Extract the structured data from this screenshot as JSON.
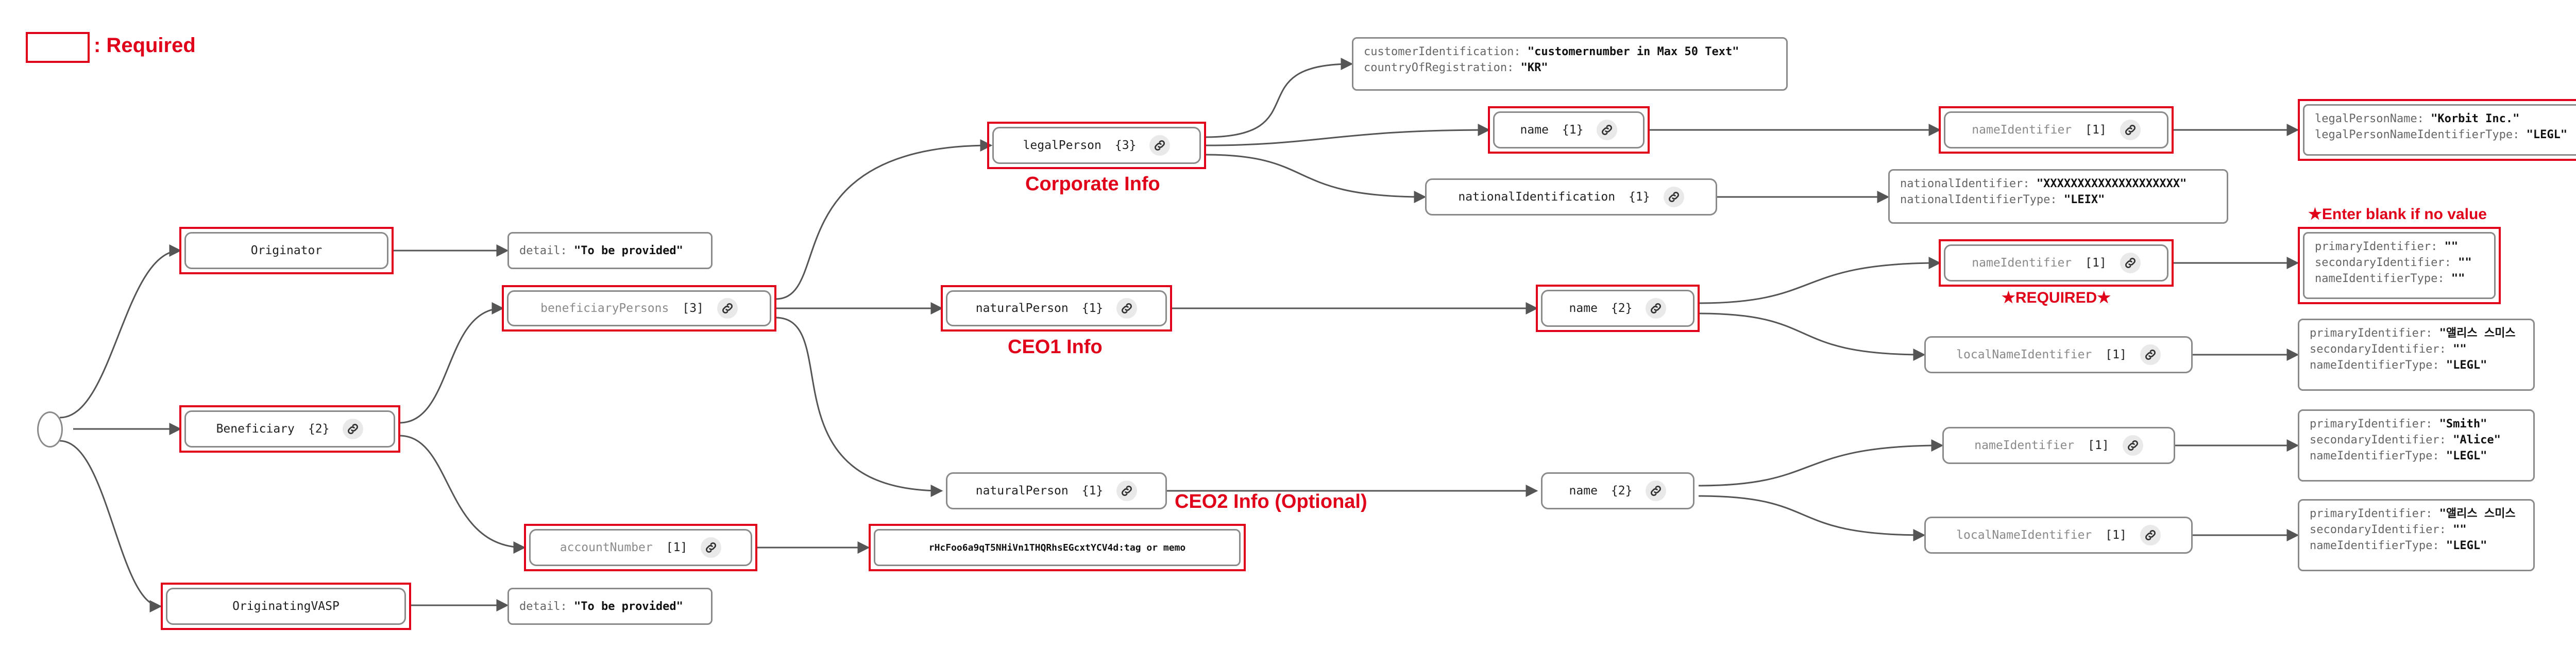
{
  "legend": {
    "label": ": Required"
  },
  "annotations": {
    "corporate": "Corporate Info",
    "ceo1": "CEO1 Info",
    "ceo2": "CEO2 Info (Optional)",
    "blank_hint": "★Enter blank if no value",
    "required_star": "★REQUIRED★"
  },
  "nodes": {
    "originator": {
      "label": "Originator",
      "count": ""
    },
    "beneficiary": {
      "label": "Beneficiary",
      "count": "{2}"
    },
    "originating_vasp": {
      "label": "OriginatingVASP",
      "count": ""
    },
    "beneficiary_persons": {
      "label": "beneficiaryPersons",
      "count": "[3]"
    },
    "account_number": {
      "label": "accountNumber",
      "count": "[1]"
    },
    "legal_person": {
      "label": "legalPerson",
      "count": "{3}"
    },
    "natural_person_1": {
      "label": "naturalPerson",
      "count": "{1}"
    },
    "natural_person_2": {
      "label": "naturalPerson",
      "count": "{1}"
    },
    "lp_name": {
      "label": "name",
      "count": "{1}"
    },
    "lp_national_identification": {
      "label": "nationalIdentification",
      "count": "{1}"
    },
    "np1_name": {
      "label": "name",
      "count": "{2}"
    },
    "np2_name": {
      "label": "name",
      "count": "{2}"
    },
    "lp_name_identifier": {
      "label": "nameIdentifier",
      "count": "[1]"
    },
    "np1_name_identifier": {
      "label": "nameIdentifier",
      "count": "[1]"
    },
    "np1_local_name_identifier": {
      "label": "localNameIdentifier",
      "count": "[1]"
    },
    "np2_name_identifier": {
      "label": "nameIdentifier",
      "count": "[1]"
    },
    "np2_local_name_identifier": {
      "label": "localNameIdentifier",
      "count": "[1]"
    }
  },
  "leaves": {
    "originator_detail": [
      {
        "key": "detail: ",
        "value": "\"To be provided\""
      }
    ],
    "vasp_detail": [
      {
        "key": "detail: ",
        "value": "\"To be provided\""
      }
    ],
    "account_value": {
      "text": "rHcFoo6a9qT5NHiVn1THQRhsEGcxtYCV4d:tag or memo"
    },
    "customer_info": [
      {
        "key": "customerIdentification: ",
        "value": "\"customernumber in Max 50 Text\""
      },
      {
        "key": "countryOfRegistration: ",
        "value": "\"KR\""
      }
    ],
    "legal_person_name": [
      {
        "key": "legalPersonName: ",
        "value": "\"Korbit Inc.\""
      },
      {
        "key": "legalPersonNameIdentifierType: ",
        "value": "\"LEGL\""
      }
    ],
    "national_id": [
      {
        "key": "nationalIdentifier: ",
        "value": "\"XXXXXXXXXXXXXXXXXXXX\""
      },
      {
        "key": "nationalIdentifierType: ",
        "value": "\"LEIX\""
      }
    ],
    "np1_name_values": [
      {
        "key": "primaryIdentifier: ",
        "value": "\"\""
      },
      {
        "key": "secondaryIdentifier: ",
        "value": "\"\""
      },
      {
        "key": "nameIdentifierType: ",
        "value": "\"\""
      }
    ],
    "np1_local_values": [
      {
        "key": "primaryIdentifier: ",
        "value": "\"앨리스 스미스"
      },
      {
        "key": "secondaryIdentifier: ",
        "value": "\"\""
      },
      {
        "key": "nameIdentifierType: ",
        "value": "\"LEGL\""
      }
    ],
    "np2_name_values": [
      {
        "key": "primaryIdentifier: ",
        "value": "\"Smith\""
      },
      {
        "key": "secondaryIdentifier: ",
        "value": "\"Alice\""
      },
      {
        "key": "nameIdentifierType: ",
        "value": "\"LEGL\""
      }
    ],
    "np2_local_values": [
      {
        "key": "primaryIdentifier: ",
        "value": "\"앨리스 스미스"
      },
      {
        "key": "secondaryIdentifier: ",
        "value": "\"\""
      },
      {
        "key": "nameIdentifierType: ",
        "value": "\"LEGL\""
      }
    ]
  },
  "colors": {
    "required": "#e0001a",
    "edge": "#555555",
    "border": "#8a8a8a"
  },
  "icons": {
    "link": "link-icon"
  }
}
